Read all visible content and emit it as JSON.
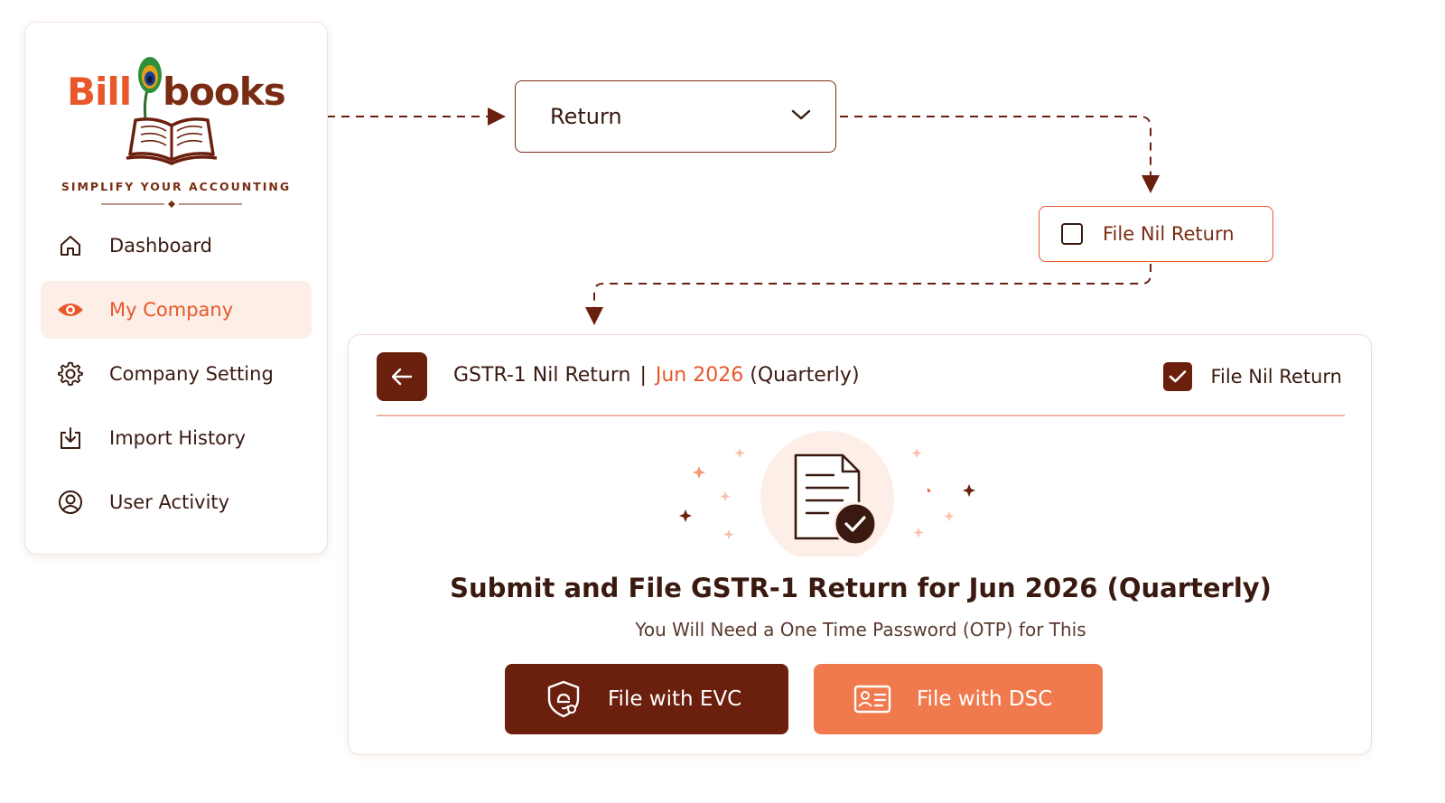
{
  "brand": {
    "name_part1": "Bill",
    "name_part2": "books",
    "tagline": "SIMPLIFY YOUR ACCOUNTING",
    "colors": {
      "orange": "#e8582a",
      "maroon": "#6b1f0d",
      "light_orange": "#f07a4d"
    }
  },
  "sidebar": {
    "items": [
      {
        "label": "Dashboard",
        "icon": "home-icon",
        "active": false
      },
      {
        "label": "My Company",
        "icon": "eye-icon",
        "active": true
      },
      {
        "label": "Company Setting",
        "icon": "gear-icon",
        "active": false
      },
      {
        "label": "Import History",
        "icon": "download-icon",
        "active": false
      },
      {
        "label": "User Activity",
        "icon": "user-circle-icon",
        "active": false
      }
    ]
  },
  "dropdown": {
    "selected": "Return",
    "icon": "chevron-down-icon"
  },
  "nil_option": {
    "label": "File Nil Return",
    "checked": false
  },
  "panel": {
    "title_prefix": "GSTR-1 Nil Return",
    "separator": "|",
    "period": "Jun 2026",
    "frequency": "(Quarterly)",
    "checkbox_label": "File Nil Return",
    "checkbox_checked": true,
    "heading": "Submit and File GSTR-1 Return for Jun 2026 (Quarterly)",
    "subheading": "You Will Need a One Time Password (OTP) for This",
    "buttons": {
      "evc_label": "File with EVC",
      "evc_icon": "shield-e-icon",
      "dsc_label": "File with DSC",
      "dsc_icon": "id-card-icon"
    }
  }
}
